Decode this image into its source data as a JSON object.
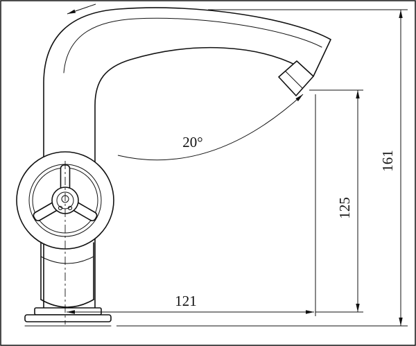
{
  "drawing": {
    "colors": {
      "line": "#111111",
      "background": "#ffffff"
    },
    "dimensions": {
      "angle_label": "20°",
      "spout_height_label": "125",
      "overall_height_label": "161",
      "reach_label": "121"
    }
  }
}
